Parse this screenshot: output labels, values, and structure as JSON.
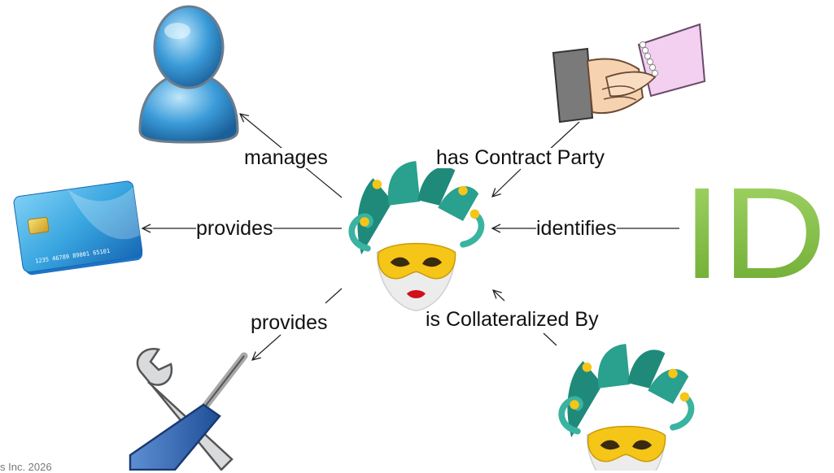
{
  "relations": {
    "manages": "manages",
    "has_contract_party": "has Contract Party",
    "provides_card": "provides",
    "identifies": "identifies",
    "provides_tools": "provides",
    "is_collateralized_by": "is Collateralized By"
  },
  "card_number": "1235  46789  89001  65101",
  "id_logo_text": "ID",
  "footer_text": "s Inc. 2026",
  "colors": {
    "id_green": "#86c440",
    "mask_gold": "#f5c518",
    "hat_teal": "#1f8a7a",
    "user_blue": "#3a9bd8",
    "card_blue": "#3aa6e0"
  }
}
